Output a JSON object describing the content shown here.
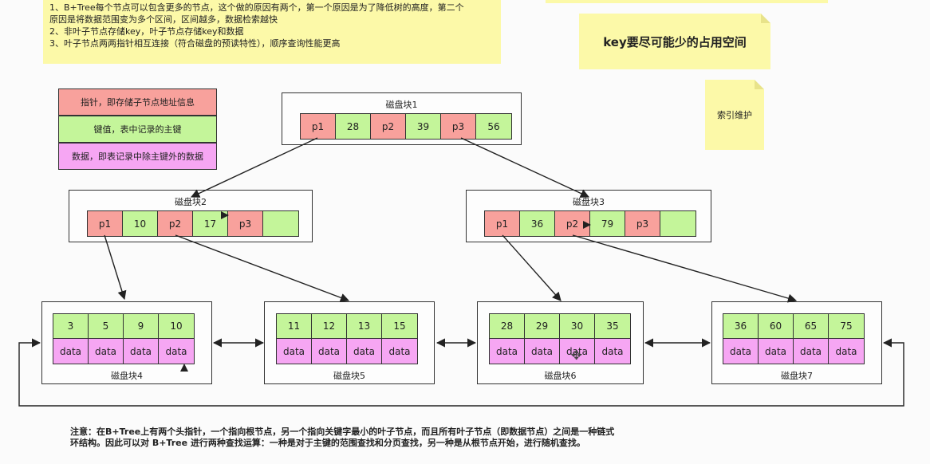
{
  "notes": {
    "bplus_features": [
      "1、B+Tree每个节点可以包含更多的节点，这个做的原因有两个，第一个原因是为了降低树的高度，第二个",
      "原因是将数据范围变为多个区间，区间越多，数据检索越快",
      "2、非叶子节点存储key，叶子节点存储key和数据",
      "3、叶子节点两两指针相互连接（符合磁盘的预读特性），顺序查询性能更高"
    ],
    "key_space": "key要尽可能少的占用空间",
    "index_maintenance": "索引维护"
  },
  "legend": [
    {
      "label": "指针，即存储子节点地址信息",
      "color": "#f8a19c"
    },
    {
      "label": "键值，表中记录的主键",
      "color": "#c4f59a"
    },
    {
      "label": "数据，即表记录中除主键外的数据",
      "color": "#f6a6f3"
    }
  ],
  "root": {
    "title": "磁盘块1",
    "cells": [
      "p1",
      "28",
      "p2",
      "39",
      "p3",
      "56"
    ]
  },
  "internal": [
    {
      "title": "磁盘块2",
      "cells": [
        "p1",
        "10",
        "p2",
        "17",
        "p3",
        ""
      ]
    },
    {
      "title": "磁盘块3",
      "cells": [
        "p1",
        "36",
        "p2",
        "79",
        "p3",
        ""
      ]
    }
  ],
  "leaves": [
    {
      "title": "磁盘块4",
      "keys": [
        "3",
        "5",
        "9",
        "10"
      ],
      "data": [
        "data",
        "data",
        "data",
        "data"
      ]
    },
    {
      "title": "磁盘块5",
      "keys": [
        "11",
        "12",
        "13",
        "15"
      ],
      "data": [
        "data",
        "data",
        "data",
        "data"
      ]
    },
    {
      "title": "磁盘块6",
      "keys": [
        "28",
        "29",
        "30",
        "35"
      ],
      "data": [
        "data",
        "data",
        "data",
        "data"
      ]
    },
    {
      "title": "磁盘块7",
      "keys": [
        "36",
        "60",
        "65",
        "75"
      ],
      "data": [
        "data",
        "data",
        "data",
        "data"
      ]
    }
  ],
  "footer": [
    "注意：在B+Tree上有两个头指针，一个指向根节点，另一个指向关键字最小的叶子节点，而且所有叶子节点（即数据节点）之间是一种链式",
    "环结构。因此可以对 B+Tree 进行两种查找运算：一种是对于主键的范围查找和分页查找，另一种是从根节点开始，进行随机查找。"
  ],
  "colors": {
    "pointer": "#f8a19c",
    "key": "#c4f59a",
    "data": "#f6a6f3",
    "note": "#fcf9a8"
  }
}
